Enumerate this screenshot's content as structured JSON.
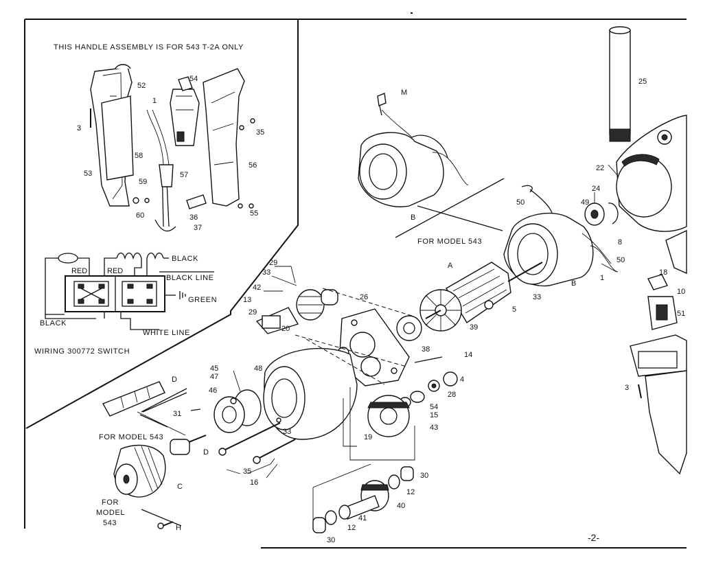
{
  "handle_caption": "THIS HANDLE ASSEMBLY IS FOR 543 T-2A ONLY",
  "wiring_caption": "WIRING 300772 SWITCH",
  "page_number": "-2-",
  "wires": {
    "red_1": "RED",
    "red_2": "RED",
    "black": "BLACK",
    "black_line": "BLACK LINE",
    "green": "GREEN",
    "black_left": "BLACK",
    "white_line": "WHITE LINE"
  },
  "model_notes": {
    "field_b": "FOR MODEL 543",
    "spindle_d": "FOR MODEL 543",
    "chuck_c_line1": "FOR",
    "chuck_c_line2": "MODEL",
    "chuck_c_line3": "543"
  },
  "handle_labels": {
    "p3": "3",
    "p52": "52",
    "p54": "54",
    "p1": "1",
    "p35": "35",
    "p58": "58",
    "p53": "53",
    "p57": "57",
    "p56": "56",
    "p59": "59",
    "p60": "60",
    "p36": "36",
    "p37": "37",
    "p55": "55"
  },
  "main_labels": {
    "M": "M",
    "B_field": "B",
    "B_main": "B",
    "A": "A",
    "C": "C",
    "D_upper": "D",
    "D_lower": "D",
    "H": "H",
    "p25": "25",
    "p22": "22",
    "p24": "24",
    "p49": "49",
    "p50a": "50",
    "p50b": "50",
    "p8": "8",
    "p1": "1",
    "p18": "18",
    "p10": "10",
    "p51": "51",
    "p3": "3",
    "p29a": "29",
    "p33a": "33",
    "p42": "42",
    "p13": "13",
    "p29b": "29",
    "p20": "20",
    "p26": "26",
    "p38": "38",
    "p39": "39",
    "p33b": "33",
    "p5": "5",
    "p14": "14",
    "p4": "4",
    "p28": "28",
    "p54": "54",
    "p15": "15",
    "p43": "43",
    "p19": "19",
    "p45": "45",
    "p47": "47",
    "p46": "46",
    "p48": "48",
    "p31": "31",
    "p33c": "33",
    "p35": "35",
    "p16": "16",
    "p30a": "30",
    "p12a": "12",
    "p40": "40",
    "p41": "41",
    "p12b": "12",
    "p30b": "30"
  }
}
